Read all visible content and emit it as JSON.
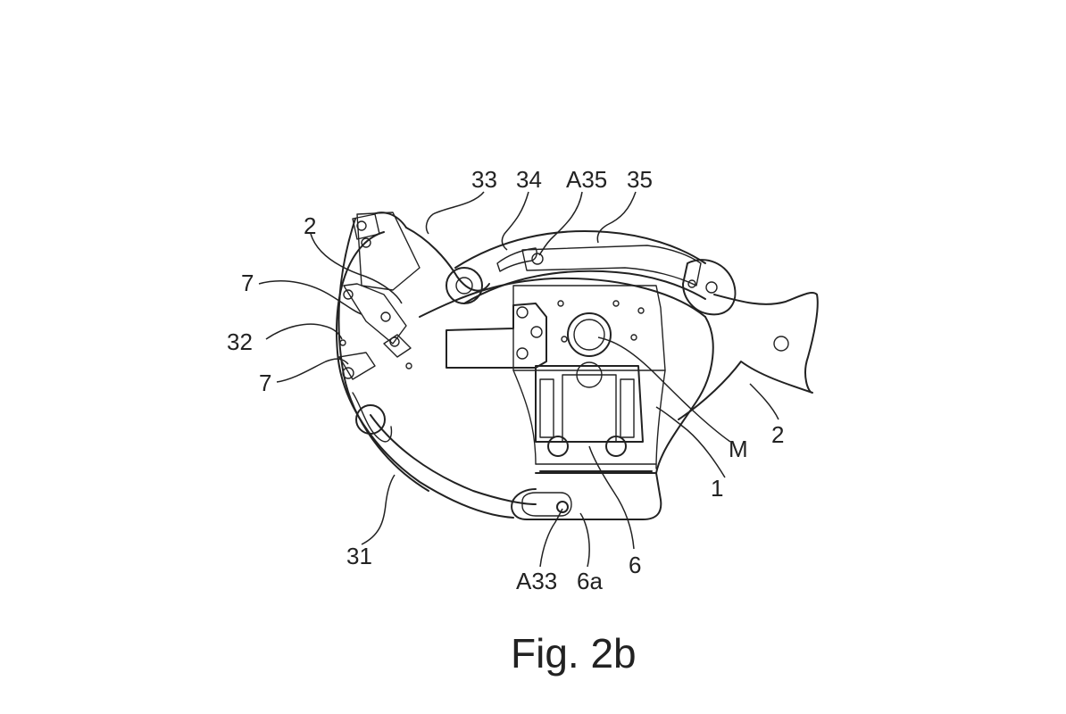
{
  "figure": {
    "caption": "Fig. 2b",
    "labels": {
      "l33": "33",
      "l34": "34",
      "lA35": "A35",
      "l35": "35",
      "l2_top": "2",
      "l7_top": "7",
      "l32": "32",
      "l7_bottom": "7",
      "l31": "31",
      "lA33": "A33",
      "l6a": "6a",
      "l6": "6",
      "l1": "1",
      "lM": "M",
      "l2_right": "2"
    }
  }
}
